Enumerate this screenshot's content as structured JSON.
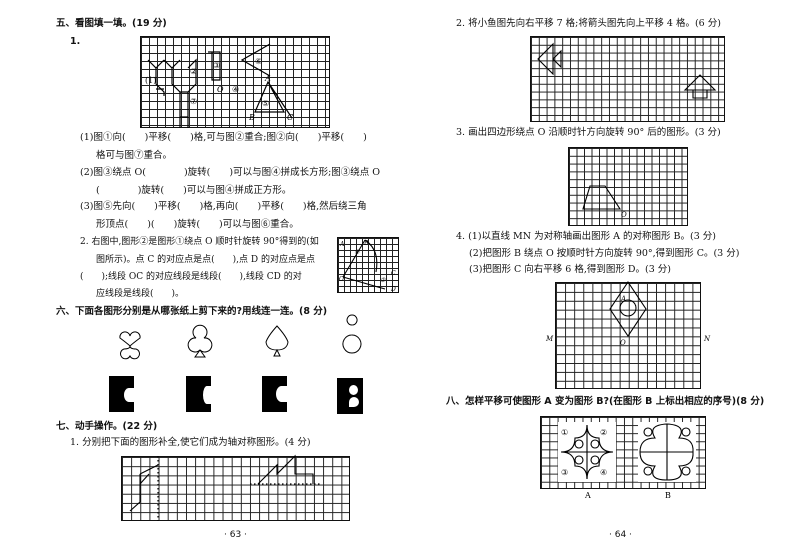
{
  "left_page": {
    "s5_title": "五、看图填一填。(19 分)",
    "q1_num": "1.",
    "q1_lines": [
      "(1)图①向(　　)平移(　　)格,可与图②重合;图②向(　　)平移(　　)",
      "格可与图⑦重合。",
      "(2)图③绕点 O(　　　　)旋转(　　)可以与图④拼成长方形;图③绕点 O",
      "(　　　　)旋转(　　)可以与图④拼成正方形。",
      "(3)图⑤先向(　　)平移(　　)格,再向(　　)平移(　　)格,然后绕三角",
      "形顶点(　　)(　　)旋转(　　)可以与图⑥重合。"
    ],
    "q1_fig_labels": [
      "①",
      "②",
      "③",
      "④",
      "⑤",
      "⑥",
      "⑦",
      "O",
      "A",
      "B",
      "C"
    ],
    "q2_lines": [
      "2. 右图中,图形②是图形①绕点 O 顺时针旋转 90°得到的(如",
      "图所示)。点 C 的对应点是点(　　),点 D 的对应点是点",
      "(　　);线段 OC 的对应线段是线段(　　),线段 CD 的对",
      "应线段是线段(　　)。"
    ],
    "q2_fig_labels": [
      "A",
      "B",
      "O",
      "C",
      "D",
      "①",
      "②"
    ],
    "s6_title": "六、下面各图形分别是从哪张纸上剪下来的?用线连一连。(8 分)",
    "s7_title": "七、动手操作。(22 分)",
    "s7_q1": "1. 分别把下面的图形补全,使它们成为轴对称图形。(4 分)",
    "page_number": "· 63 ·"
  },
  "right_page": {
    "q2": "2. 将小鱼图先向右平移 7 格;将箭头图先向上平移 4 格。(6 分)",
    "q3": "3. 画出四边形绕点 O 沿顺时针方向旋转 90° 后的图形。(3 分)",
    "q3_label_o": "O",
    "q4_lines": [
      "4. (1)以直线 MN 为对称轴画出图形 A 的对称图形 B。(3 分)",
      "(2)把图形 B 绕点 O 按顺时针方向旋转 90°,得到图形 C。(3 分)",
      "(3)把图形 C 向右平移 6 格,得到图形 D。(3 分)"
    ],
    "q4_labels": {
      "m": "M",
      "n": "N",
      "o": "O",
      "a": "A"
    },
    "s8_title": "八、怎样平移可使图形 A 变为图形 B?(在图形 B 上标出相应的序号)(8 分)",
    "s8_fig_numbers": [
      "①",
      "②",
      "③",
      "④"
    ],
    "s8_caption_a": "A",
    "s8_caption_b": "B",
    "page_number": "· 64 ·"
  }
}
